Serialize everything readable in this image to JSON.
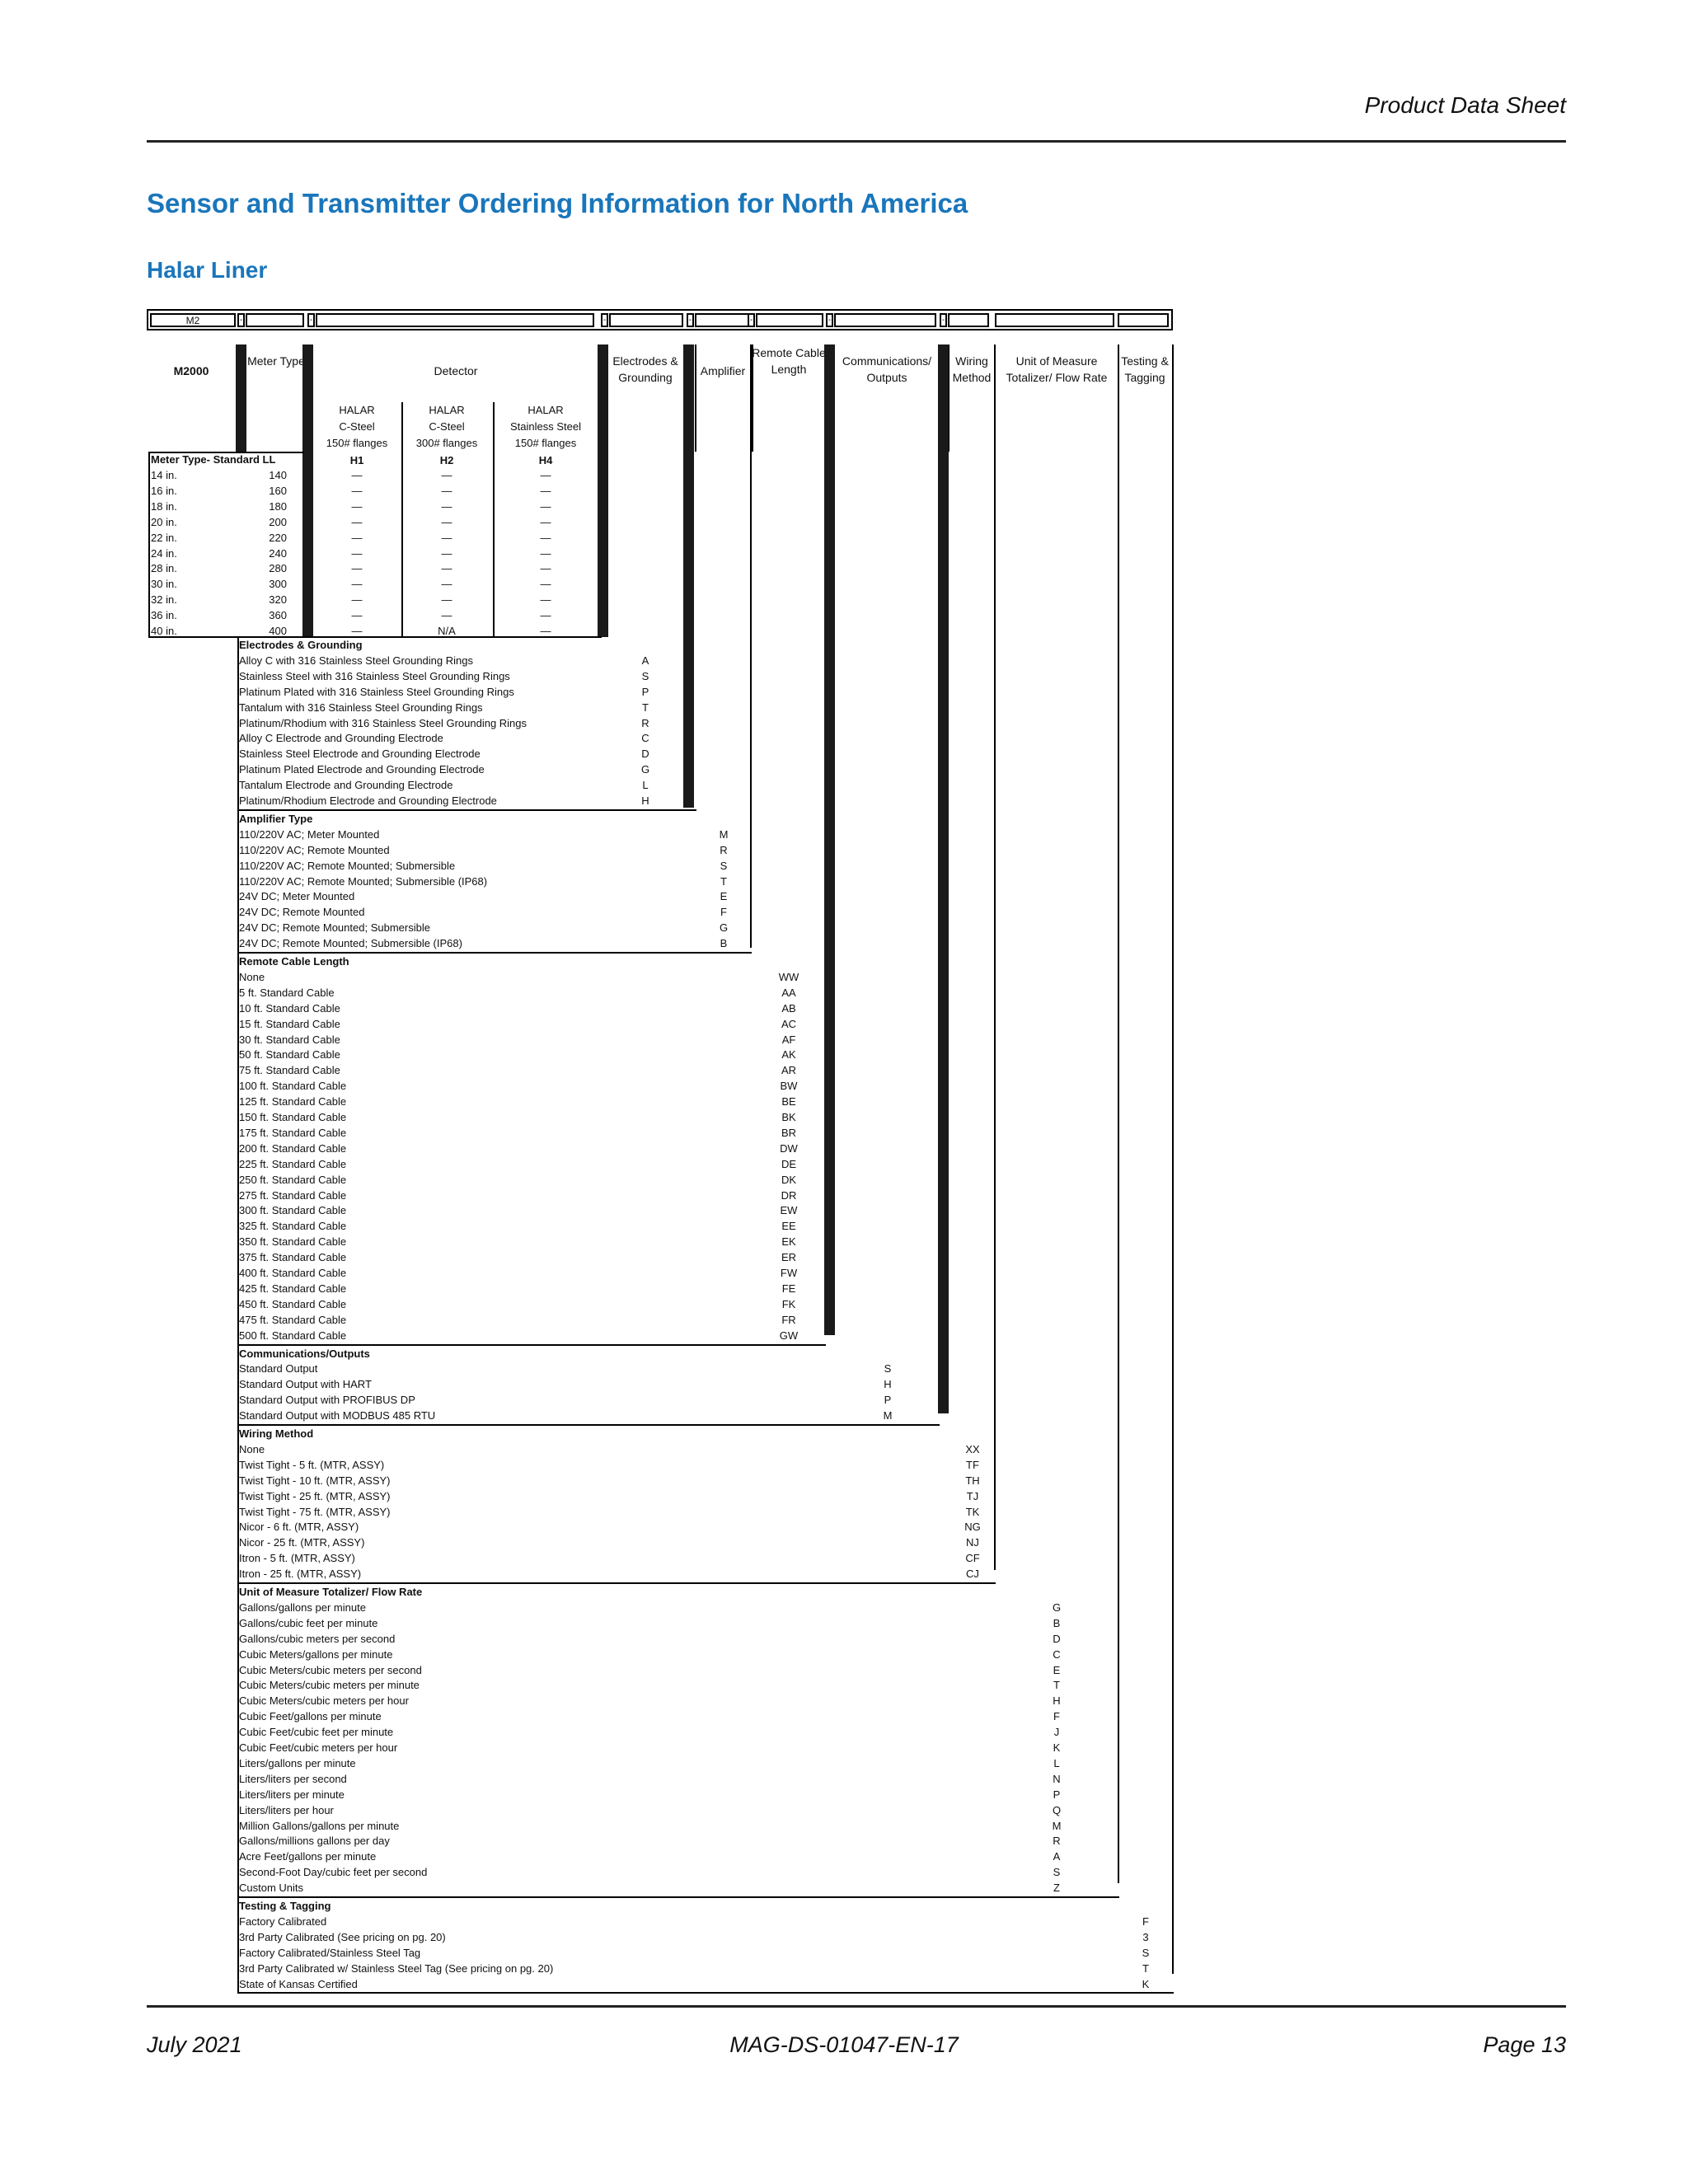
{
  "header": {
    "doc_type": "Product Data Sheet"
  },
  "title": "Sensor and Transmitter Ordering Information for North America",
  "subtitle": "Halar Liner",
  "code_strip": {
    "prefix": "M2",
    "sep": "-"
  },
  "columns": {
    "model": "M2000",
    "meter_type": "Meter Type",
    "detector": "Detector",
    "electrodes": "Electrodes & Grounding",
    "amplifier": "Amplifier",
    "cable": "Remote Cable Length",
    "comms": "Communications/ Outputs",
    "wiring": "Wiring Method",
    "unit": "Unit of Measure Totalizer/ Flow Rate",
    "testing": "Testing & Tagging"
  },
  "detector_cols": [
    {
      "line1": "HALAR",
      "line2": "C-Steel",
      "line3": "150# flanges",
      "code": "H1"
    },
    {
      "line1": "HALAR",
      "line2": "C-Steel",
      "line3": "300# flanges",
      "code": "H2"
    },
    {
      "line1": "HALAR",
      "line2": "Stainless Steel",
      "line3": "150# flanges",
      "code": "H4"
    }
  ],
  "meter_type_title": "Meter Type- Standard LL",
  "meter_sizes": [
    {
      "size": "14 in.",
      "code": "140",
      "h1": "—",
      "h2": "—",
      "h4": "—"
    },
    {
      "size": "16 in.",
      "code": "160",
      "h1": "—",
      "h2": "—",
      "h4": "—"
    },
    {
      "size": "18 in.",
      "code": "180",
      "h1": "—",
      "h2": "—",
      "h4": "—"
    },
    {
      "size": "20 in.",
      "code": "200",
      "h1": "—",
      "h2": "—",
      "h4": "—"
    },
    {
      "size": "22 in.",
      "code": "220",
      "h1": "—",
      "h2": "—",
      "h4": "—"
    },
    {
      "size": "24 in.",
      "code": "240",
      "h1": "—",
      "h2": "—",
      "h4": "—"
    },
    {
      "size": "28 in.",
      "code": "280",
      "h1": "—",
      "h2": "—",
      "h4": "—"
    },
    {
      "size": "30 in.",
      "code": "300",
      "h1": "—",
      "h2": "—",
      "h4": "—"
    },
    {
      "size": "32 in.",
      "code": "320",
      "h1": "—",
      "h2": "—",
      "h4": "—"
    },
    {
      "size": "36 in.",
      "code": "360",
      "h1": "—",
      "h2": "—",
      "h4": "—"
    },
    {
      "size": "40 in.",
      "code": "400",
      "h1": "—",
      "h2": "N/A",
      "h4": "—"
    }
  ],
  "sections": [
    {
      "title": "Electrodes & Grounding",
      "col": "electrodes",
      "rows": [
        [
          "Alloy C with 316 Stainless Steel Grounding Rings",
          "A"
        ],
        [
          "Stainless Steel with 316 Stainless Steel Grounding Rings",
          "S"
        ],
        [
          "Platinum Plated with 316 Stainless Steel Grounding Rings",
          "P"
        ],
        [
          "Tantalum with 316 Stainless Steel Grounding Rings",
          "T"
        ],
        [
          "Platinum/Rhodium with 316 Stainless Steel Grounding Rings",
          "R"
        ],
        [
          "Alloy C Electrode and Grounding Electrode",
          "C"
        ],
        [
          "Stainless Steel Electrode and Grounding Electrode",
          "D"
        ],
        [
          "Platinum Plated Electrode and Grounding Electrode",
          "G"
        ],
        [
          "Tantalum Electrode and Grounding Electrode",
          "L"
        ],
        [
          "Platinum/Rhodium Electrode and Grounding Electrode",
          "H"
        ]
      ]
    },
    {
      "title": "Amplifier Type",
      "col": "amplifier",
      "rows": [
        [
          "110/220V AC; Meter Mounted",
          "M"
        ],
        [
          "110/220V AC; Remote Mounted",
          "R"
        ],
        [
          "110/220V AC; Remote Mounted; Submersible",
          "S"
        ],
        [
          "110/220V AC; Remote Mounted; Submersible (IP68)",
          "T"
        ],
        [
          "24V DC; Meter Mounted",
          "E"
        ],
        [
          "24V DC; Remote Mounted",
          "F"
        ],
        [
          "24V DC; Remote Mounted; Submersible",
          "G"
        ],
        [
          "24V DC; Remote Mounted; Submersible (IP68)",
          "B"
        ]
      ]
    },
    {
      "title": "Remote Cable Length",
      "col": "cable",
      "rows": [
        [
          "None",
          "WW"
        ],
        [
          "5 ft. Standard Cable",
          "AA"
        ],
        [
          "10 ft. Standard Cable",
          "AB"
        ],
        [
          "15 ft. Standard Cable",
          "AC"
        ],
        [
          "30 ft. Standard Cable",
          "AF"
        ],
        [
          "50 ft. Standard Cable",
          "AK"
        ],
        [
          "75 ft. Standard Cable",
          "AR"
        ],
        [
          "100 ft. Standard Cable",
          "BW"
        ],
        [
          "125 ft. Standard Cable",
          "BE"
        ],
        [
          "150 ft. Standard Cable",
          "BK"
        ],
        [
          "175 ft. Standard Cable",
          "BR"
        ],
        [
          "200 ft. Standard Cable",
          "DW"
        ],
        [
          "225 ft. Standard Cable",
          "DE"
        ],
        [
          "250 ft. Standard Cable",
          "DK"
        ],
        [
          "275 ft. Standard Cable",
          "DR"
        ],
        [
          "300 ft. Standard Cable",
          "EW"
        ],
        [
          "325 ft. Standard Cable",
          "EE"
        ],
        [
          "350 ft. Standard Cable",
          "EK"
        ],
        [
          "375 ft. Standard Cable",
          "ER"
        ],
        [
          "400 ft. Standard Cable",
          "FW"
        ],
        [
          "425 ft. Standard Cable",
          "FE"
        ],
        [
          "450 ft. Standard Cable",
          "FK"
        ],
        [
          "475 ft. Standard Cable",
          "FR"
        ],
        [
          "500 ft. Standard Cable",
          "GW"
        ]
      ]
    },
    {
      "title": "Communications/Outputs",
      "col": "comms",
      "rows": [
        [
          "Standard Output",
          "S"
        ],
        [
          "Standard Output with HART",
          "H"
        ],
        [
          "Standard Output with PROFIBUS DP",
          "P"
        ],
        [
          "Standard Output with MODBUS 485 RTU",
          "M"
        ]
      ]
    },
    {
      "title": "Wiring Method",
      "col": "wiring",
      "rows": [
        [
          "None",
          "XX"
        ],
        [
          "Twist Tight - 5 ft. (MTR, ASSY)",
          "TF"
        ],
        [
          "Twist Tight - 10 ft. (MTR, ASSY)",
          "TH"
        ],
        [
          "Twist Tight - 25 ft. (MTR, ASSY)",
          "TJ"
        ],
        [
          "Twist Tight - 75 ft. (MTR, ASSY)",
          "TK"
        ],
        [
          "Nicor - 6 ft. (MTR, ASSY)",
          "NG"
        ],
        [
          "Nicor - 25 ft. (MTR, ASSY)",
          "NJ"
        ],
        [
          "Itron - 5 ft. (MTR, ASSY)",
          "CF"
        ],
        [
          "Itron - 25 ft. (MTR, ASSY)",
          "CJ"
        ]
      ]
    },
    {
      "title": "Unit of Measure Totalizer/ Flow Rate",
      "col": "unit",
      "rows": [
        [
          "Gallons/gallons per minute",
          "G"
        ],
        [
          "Gallons/cubic feet per minute",
          "B"
        ],
        [
          "Gallons/cubic meters per second",
          "D"
        ],
        [
          "Cubic Meters/gallons per minute",
          "C"
        ],
        [
          "Cubic Meters/cubic meters per second",
          "E"
        ],
        [
          "Cubic Meters/cubic meters per minute",
          "T"
        ],
        [
          "Cubic Meters/cubic meters per hour",
          "H"
        ],
        [
          "Cubic Feet/gallons per minute",
          "F"
        ],
        [
          "Cubic Feet/cubic feet per minute",
          "J"
        ],
        [
          "Cubic Feet/cubic meters per hour",
          "K"
        ],
        [
          "Liters/gallons per minute",
          "L"
        ],
        [
          "Liters/liters per second",
          "N"
        ],
        [
          "Liters/liters per minute",
          "P"
        ],
        [
          "Liters/liters per hour",
          "Q"
        ],
        [
          "Million Gallons/gallons per minute",
          "M"
        ],
        [
          "Gallons/millions gallons per day",
          "R"
        ],
        [
          "Acre Feet/gallons per minute",
          "A"
        ],
        [
          "Second-Foot Day/cubic feet per second",
          "S"
        ],
        [
          "Custom Units",
          "Z"
        ]
      ]
    },
    {
      "title": "Testing & Tagging",
      "col": "testing",
      "rows": [
        [
          "Factory Calibrated",
          "F"
        ],
        [
          "3rd Party Calibrated (See pricing on pg. 20)",
          "3"
        ],
        [
          "Factory Calibrated/Stainless Steel Tag",
          "S"
        ],
        [
          "3rd Party Calibrated w/ Stainless Steel Tag (See pricing on pg. 20)",
          "T"
        ],
        [
          "State of Kansas Certified",
          "K"
        ]
      ]
    }
  ],
  "footer": {
    "date": "July 2021",
    "doc_number": "MAG-DS-01047-EN-17",
    "page": "Page 13"
  }
}
